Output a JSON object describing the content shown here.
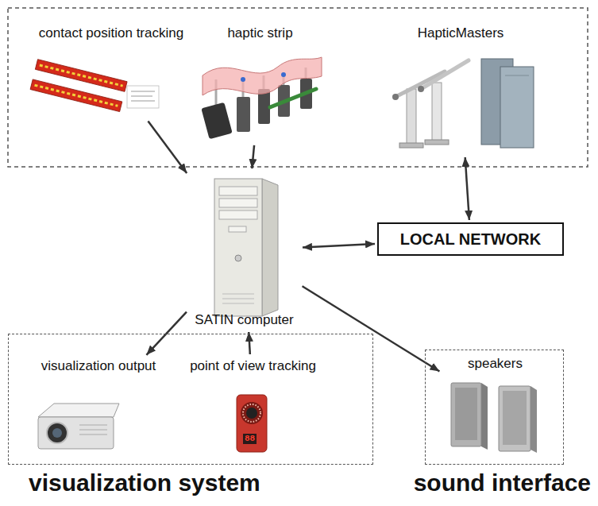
{
  "diagram": {
    "nodes": [
      {
        "text": [
          "contact position tracking"
        ]
      },
      {
        "text": [
          "haptic strip"
        ]
      },
      {
        "text": [
          "HapticMasters"
        ]
      },
      {
        "text": [
          "SATIN computer"
        ]
      },
      {
        "text": [
          "LOCAL NETWORK"
        ]
      },
      {
        "text": [
          "visualization system"
        ]
      },
      {
        "text": [
          "visualization output"
        ],
        "in": 5
      },
      {
        "text": [
          "point of view tracking"
        ],
        "in": 5
      },
      {
        "text": [
          "sound interface"
        ]
      },
      {
        "text": [
          "speakers"
        ],
        "in": 8
      }
    ],
    "edges": [
      {
        "from": 0,
        "to": 3,
        "arrow": "to"
      },
      {
        "from": 1,
        "to": 3,
        "arrow": "to"
      },
      {
        "from": 2,
        "to": 4,
        "arrow": "both"
      },
      {
        "from": 3,
        "to": 4,
        "arrow": "both"
      },
      {
        "from": 3,
        "to": 6,
        "arrow": "to"
      },
      {
        "from": 7,
        "to": 3,
        "arrow": "to"
      },
      {
        "from": 3,
        "to": 9,
        "arrow": "to"
      }
    ],
    "labels": [
      "88"
    ]
  }
}
